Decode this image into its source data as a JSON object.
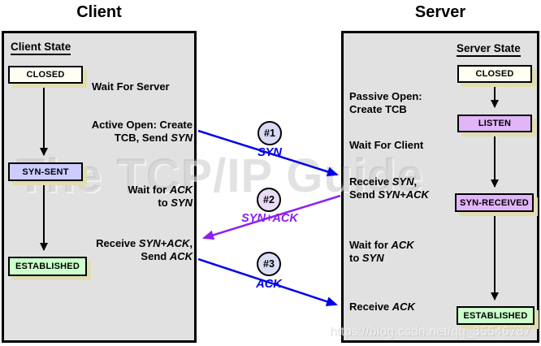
{
  "titles": {
    "client": "Client",
    "server": "Server"
  },
  "colors": {
    "panel_bg": "#e1e1e1",
    "panel_border": "#000000",
    "black": "#000000",
    "blue": "#0000e8",
    "purple": "#8e1ff0",
    "state_closed_bg": "#fffff2",
    "state_syn_sent_bg": "#ccccff",
    "state_listen_bg": "#e2b4f8",
    "state_syn_received_bg": "#e2b4f8",
    "state_established_bg": "#ccffcc",
    "state_shadow": "#e1ddb0",
    "circle1_bg": "#d9daf3",
    "circle2_bg": "#e9daf6",
    "circle3_bg": "#dadff6"
  },
  "client": {
    "header": "Client State",
    "states": {
      "closed": "CLOSED",
      "syn_sent": "SYN-SENT",
      "established": "ESTABLISHED"
    },
    "notes": {
      "wait_server": [
        [
          {
            "t": "Wait For Server"
          }
        ]
      ],
      "active_open": [
        [
          {
            "t": "Active Open: Create"
          }
        ],
        [
          {
            "t": "TCB, Send "
          },
          {
            "t": "SYN",
            "i": true
          }
        ]
      ],
      "wait_ack": [
        [
          {
            "t": "Wait for "
          },
          {
            "t": "ACK",
            "i": true
          }
        ],
        [
          {
            "t": "to "
          },
          {
            "t": "SYN",
            "i": true
          }
        ]
      ],
      "receive_synack": [
        [
          {
            "t": "Receive "
          },
          {
            "t": "SYN+ACK",
            "i": true
          },
          {
            "t": ","
          }
        ],
        [
          {
            "t": "Send "
          },
          {
            "t": "ACK",
            "i": true
          }
        ]
      ]
    }
  },
  "server": {
    "header": "Server State",
    "states": {
      "closed": "CLOSED",
      "listen": "LISTEN",
      "syn_received": "SYN-RECEIVED",
      "established": "ESTABLISHED"
    },
    "notes": {
      "passive_open": [
        [
          {
            "t": "Passive Open:"
          }
        ],
        [
          {
            "t": "Create TCB"
          }
        ]
      ],
      "wait_client": [
        [
          {
            "t": "Wait For Client"
          }
        ]
      ],
      "receive_syn": [
        [
          {
            "t": "Receive "
          },
          {
            "t": "SYN",
            "i": true
          },
          {
            "t": ","
          }
        ],
        [
          {
            "t": "Send "
          },
          {
            "t": "SYN+ACK",
            "i": true
          }
        ]
      ],
      "wait_ack": [
        [
          {
            "t": "Wait for "
          },
          {
            "t": "ACK",
            "i": true
          }
        ],
        [
          {
            "t": "to "
          },
          {
            "t": "SYN",
            "i": true
          }
        ]
      ],
      "receive_ack": [
        [
          {
            "t": "Receive "
          },
          {
            "t": "ACK",
            "i": true
          }
        ]
      ]
    }
  },
  "messages": {
    "m1": {
      "num": "#1",
      "label": "SYN"
    },
    "m2": {
      "num": "#2",
      "label": "SYN+ACK"
    },
    "m3": {
      "num": "#3",
      "label": "ACK"
    }
  },
  "watermarks": {
    "title": "The TCP/IP Guide",
    "url": "https://blog.csdn.net/qq_35546787"
  }
}
